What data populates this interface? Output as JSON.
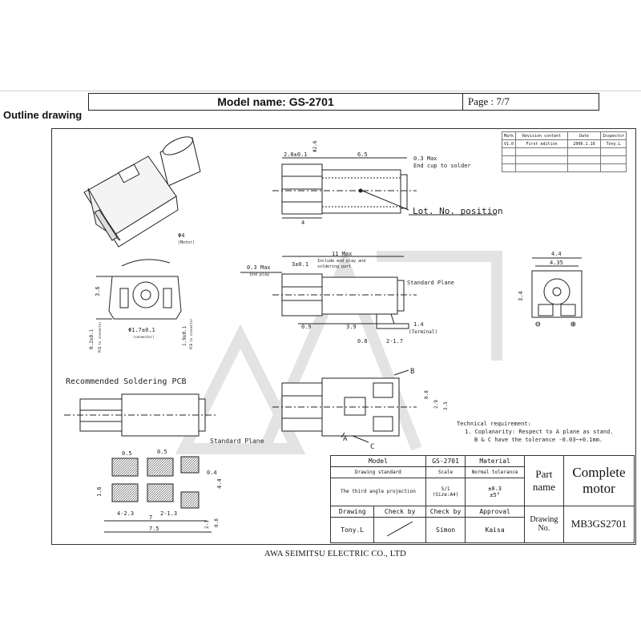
{
  "header": {
    "model_name": "Model name: GS-2701",
    "page": "Page : 7/7"
  },
  "outline_title": "Outline drawing",
  "revision_table": {
    "columns": [
      "Mark",
      "Revision content",
      "Date",
      "Inspector"
    ],
    "rows": [
      [
        "V1.0",
        "First edition",
        "2006.1.10",
        "Tony.L"
      ]
    ]
  },
  "top_view": {
    "dim_left": "2.8±0.1",
    "dim_dia": "Φ2.6",
    "dim_body": "6.5",
    "end_cap_note": "0.3 Max",
    "end_cap_note2": "End cup to solder",
    "dim_4": "4",
    "lot_no": "Lot. No. position"
  },
  "end_view": {
    "dim_d4": "Φ4",
    "d4_note": "(Motor)",
    "dim_36": "3.6",
    "dim_bottom_left": "0.2±0.1",
    "bottom_left_note": "PCB to connector",
    "dim_17": "Φ1.7±0.1",
    "dim_17_note": "(connector)",
    "dim_19": "1.9±0.1",
    "dim_19_note": "PCB to connector"
  },
  "side_view": {
    "dim_11": "11 Max",
    "dim_11_note": "Include end play and",
    "dim_11_note2": "soldering part",
    "dim_03": "0.3 Max",
    "dim_03_note": "End play",
    "dim_3": "3±0.1",
    "standard_plane": "Standard Plane",
    "dim_09": "0.9",
    "dim_39": "3.9",
    "dim_14": "1.4",
    "terminal_note": "(Terminal)",
    "dim_08": "0.8",
    "dim_217": "2-1.7"
  },
  "right_view": {
    "dim_44": "4.4",
    "dim_435": "4.35",
    "dim_34": "3.4",
    "minus": "⊖",
    "plus": "⊕"
  },
  "pcb": {
    "title": "Recommended Soldering PCB",
    "standard_plane": "Standard Plane",
    "dim_05a": "0.5",
    "dim_05b": "0.5",
    "dim_04": "0.4",
    "dim_16": "1.6",
    "dim_44": "4.4",
    "dim_23": "4-2.3",
    "dim_213": "2-1.3",
    "dim_21": "2-1",
    "dim_08": "0.8",
    "dim_7": "7",
    "dim_75": "7.5"
  },
  "bottom_view": {
    "label_a": "A",
    "label_b": "B",
    "label_c": "C",
    "dim_08": "0.8",
    "dim_29": "2.9",
    "dim_35": "3.5"
  },
  "technical": {
    "title": "Technical requirement:",
    "line1": "1. Coplanarity: Respect to A plane as stand.",
    "line2": "B & C have the tolerance -0.03~+0.1mm."
  },
  "title_block": {
    "model_label": "Model",
    "model_value": "GS-2701",
    "material_label": "Material",
    "drawing_standard": "Drawing standard",
    "scale_label": "Scale",
    "tolerance_label": "Normal tolerance",
    "projection": "The third angle projection",
    "scale_value": "5/1",
    "scale_size": "(Size:A4)",
    "tol1": "±0.3",
    "tol2": "±5°",
    "drawing_label": "Drawing",
    "check_by1": "Check by",
    "check_by2": "Check by",
    "approval": "Approval",
    "drawer": "Tony.L",
    "checker2": "Simon",
    "approver": "Kaisa",
    "part_name_label1": "Part",
    "part_name_label2": "name",
    "part_name1": "Complete",
    "part_name2": "motor",
    "drawing_no_label1": "Drawing",
    "drawing_no_label2": "No.",
    "drawing_no": "MB3GS2701"
  },
  "footer": "AWA SEIMITSU ELECTRIC CO., LTD"
}
